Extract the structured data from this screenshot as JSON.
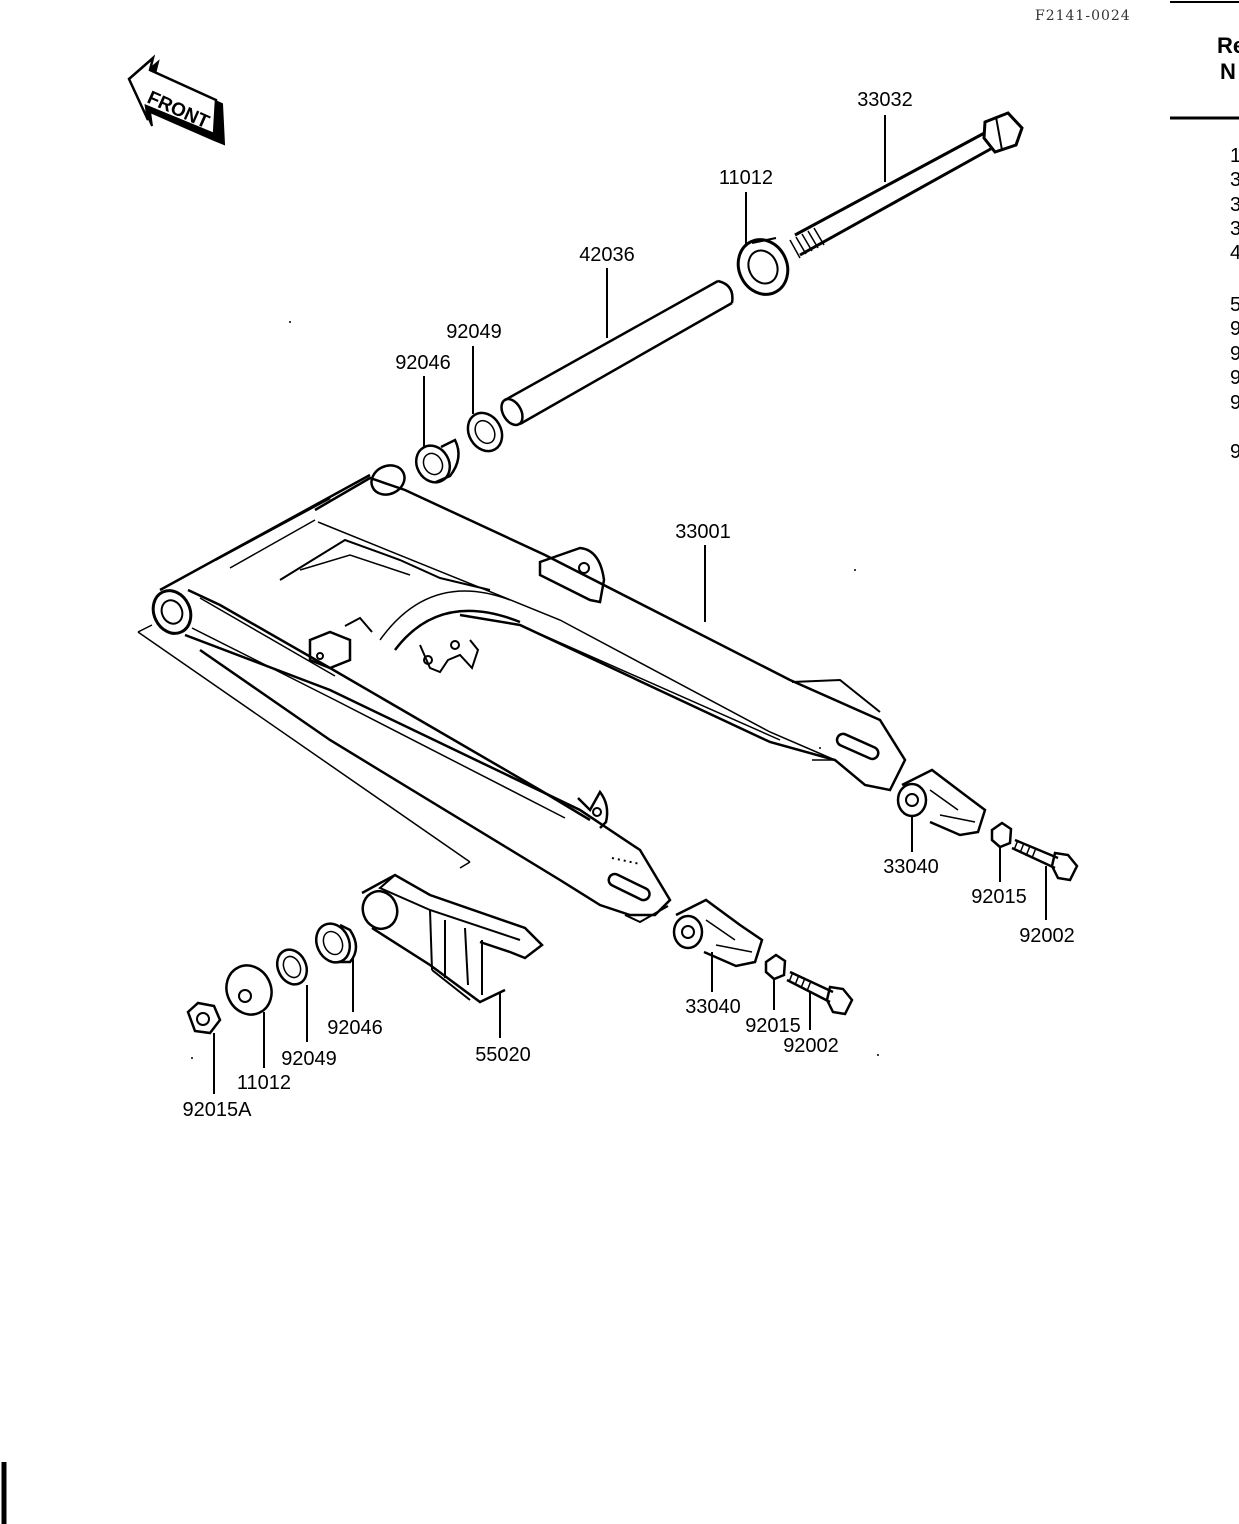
{
  "reference_code": "F2141-0024",
  "front_label": "FRONT",
  "side_column": {
    "header_lines": [
      "Re",
      "N"
    ],
    "number_fragments": [
      "1",
      "3",
      "3",
      "3",
      "4",
      "5",
      "9",
      "9",
      "9",
      "9",
      "9"
    ]
  },
  "callouts": {
    "c_33032": "33032",
    "c_11012_top": "11012",
    "c_42036": "42036",
    "c_92049_top": "92049",
    "c_92046_top": "92046",
    "c_33001": "33001",
    "c_33040_right": "33040",
    "c_92015_right": "92015",
    "c_92002_right": "92002",
    "c_33040_left": "33040",
    "c_92015_left": "92015",
    "c_92002_left": "92002",
    "c_55020": "55020",
    "c_92046_bottom": "92046",
    "c_92049_bottom": "92049",
    "c_11012_bottom": "11012",
    "c_92015A": "92015A"
  }
}
